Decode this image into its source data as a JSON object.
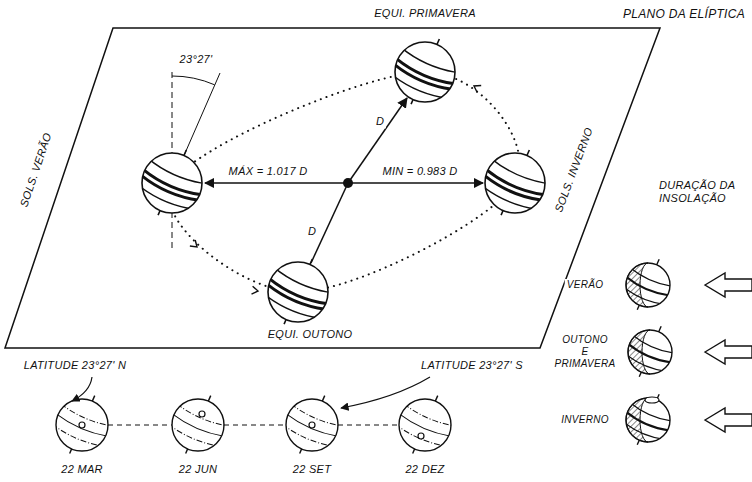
{
  "diagram": {
    "labels": [
      "PLANO DA ELÍPTICA",
      "EQUI. PRIMAVERA",
      "23°27'",
      "SOLS. VERÃO",
      "MÁX = 1.017 D",
      "D",
      "MIN = 0.983 D",
      "SOLS. INVERNO",
      "D",
      "EQUI. OUTONO",
      "DURAÇÃO DA INSOLAÇÃO",
      "VERÃO",
      "OUTONO E PRIMAVERA",
      "INVERNO",
      "LATITUDE 23°27' N",
      "LATITUDE 23°27' S",
      "22 MAR",
      "22 JUN",
      "22 SET",
      "22 DEZ"
    ]
  }
}
